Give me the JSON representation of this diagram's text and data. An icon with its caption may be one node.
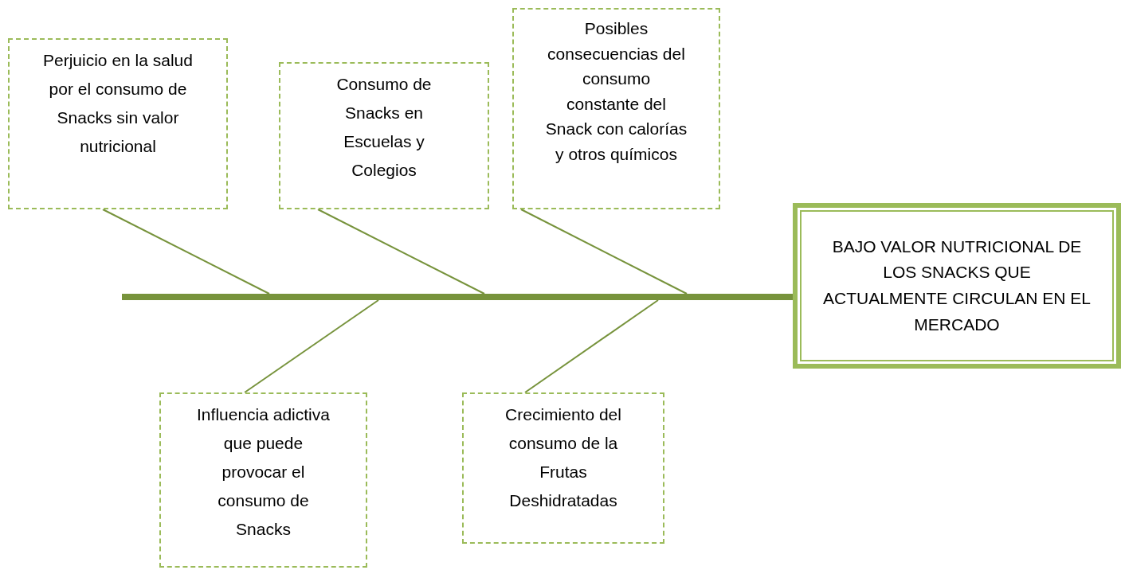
{
  "diagram": {
    "nodes": [
      {
        "text": [
          "Perjuicio en la salud por el consumo de Snacks sin valor nutricional"
        ]
      },
      {
        "text": [
          "Consumo de Snacks en Escuelas y Colegios"
        ]
      },
      {
        "text": [
          "Posibles consecuencias del consumo constante del Snack con calorías y otros químicos"
        ]
      },
      {
        "text": [
          "BAJO VALOR NUTRICIONAL DE LOS SNACKS QUE ACTUALMENTE CIRCULAN EN EL MERCADO"
        ]
      },
      {
        "text": [
          "Influencia adictiva que puede provocar el consumo de Snacks"
        ]
      },
      {
        "text": [
          "Crecimiento del consumo de la Frutas Deshidratadas"
        ]
      },
      {
        "text": [],
        "shape": "bar"
      }
    ],
    "edges": [
      {
        "from": 0,
        "to": 6,
        "arrow": "none"
      },
      {
        "from": 1,
        "to": 6,
        "arrow": "none"
      },
      {
        "from": 2,
        "to": 6,
        "arrow": "none"
      },
      {
        "from": 4,
        "to": 6,
        "arrow": "none"
      },
      {
        "from": 5,
        "to": 6,
        "arrow": "none"
      }
    ]
  }
}
